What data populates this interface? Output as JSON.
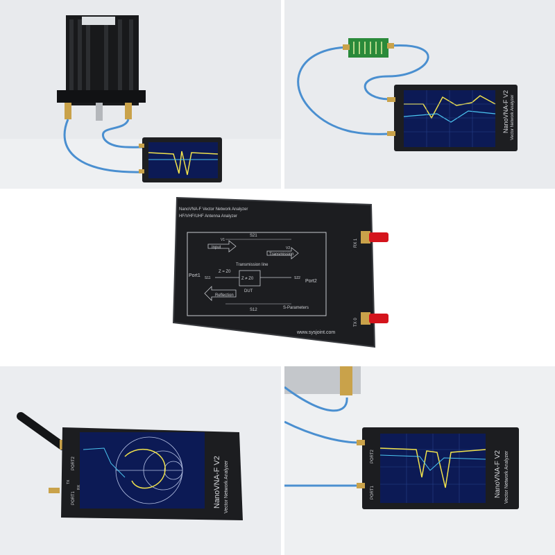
{
  "colors": {
    "background": "#ffffff",
    "panel_bg": "#e9ebee",
    "case": "#1c1d20",
    "case_edge": "#3a3c40",
    "cable": "#4a8fd0",
    "connector_gold": "#c9a24a",
    "screen_bg": "#0c1a55",
    "sma_red": "#d4141c",
    "pcb_green": "#2a8a3a"
  },
  "photos": [
    {
      "name": "duplexer-filter-test",
      "icons": [
        "duplexer-icon",
        "nanovna-device-icon",
        "coax-cable-icon"
      ]
    },
    {
      "name": "pcb-filter-test",
      "icons": [
        "pcb-filter-icon",
        "nanovna-device-icon",
        "coax-cable-icon"
      ]
    },
    {
      "name": "device-back-panel",
      "icons": [
        "nanovna-case-icon",
        "sma-connector-icon"
      ]
    },
    {
      "name": "antenna-smith-chart",
      "icons": [
        "antenna-icon",
        "nanovna-device-icon",
        "smith-chart-icon"
      ]
    },
    {
      "name": "notch-sweep-test",
      "icons": [
        "nanovna-device-icon",
        "coax-cable-icon"
      ]
    }
  ],
  "back_panel": {
    "line1": "NanoVNA-F Vector Network Analyzer",
    "line2": "HF/VHF/UHF Antenna Analyzer",
    "s21": "S21",
    "s12": "S12",
    "input": "Input",
    "transmission": "Transmission",
    "reflection": "Reflection",
    "port1": "Port1",
    "port2": "Port2",
    "transmission_line": "Transmission line",
    "z_eq": "Z = Z0",
    "z_z0": "Z ≠ Z0",
    "dut": "DUT",
    "s_parameters": "S-Parameters",
    "website": "www.sysjoint.com",
    "port_label_1": "RX 1",
    "port_label_2": "TX 0",
    "v1": "V1",
    "v2": "V2",
    "s11": "S11",
    "s22": "S22"
  },
  "device": {
    "brand": "NanoVNA-F V2",
    "subtitle": "Vector Network Analyzer",
    "port1": "PORT1",
    "port2": "PORT2",
    "port_tx": "TX",
    "port_rx": "RX"
  }
}
